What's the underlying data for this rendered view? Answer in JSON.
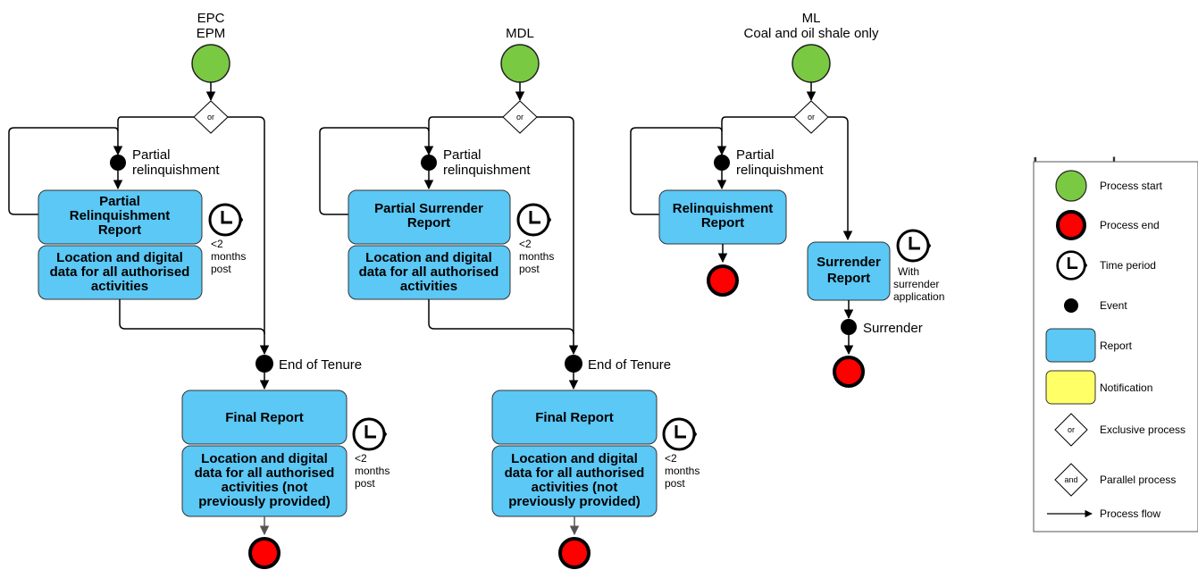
{
  "colors": {
    "start": "#7ac943",
    "end": "#ff0000",
    "report": "#5bc8f5",
    "notification": "#ffff66",
    "event": "#000000"
  },
  "lane1": {
    "title_line1": "EPC",
    "title_line2": "EPM",
    "gateway": "or",
    "event_partial_1": "Partial",
    "event_partial_2": "relinquishment",
    "report1_l1": "Partial",
    "report1_l2": "Relinquishment",
    "report1_l3": "Report",
    "report1b_l1": "Location and digital",
    "report1b_l2": "data for all authorised",
    "report1b_l3": "activities",
    "time1_l1": "<2",
    "time1_l2": "months",
    "time1_l3": "post",
    "event_end": "End of Tenure",
    "final": "Final Report",
    "final_b_l1": "Location and digital",
    "final_b_l2": "data for all authorised",
    "final_b_l3": "activities (not",
    "final_b_l4": "previously provided)",
    "time2_l1": "<2",
    "time2_l2": "months",
    "time2_l3": "post"
  },
  "lane2": {
    "title": "MDL",
    "gateway": "or",
    "event_partial_1": "Partial",
    "event_partial_2": "relinquishment",
    "report1_l1": "Partial Surrender",
    "report1_l2": "Report",
    "report1b_l1": "Location and digital",
    "report1b_l2": "data for all authorised",
    "report1b_l3": "activities",
    "time1_l1": "<2",
    "time1_l2": "months",
    "time1_l3": "post",
    "event_end": "End of Tenure",
    "final": "Final Report",
    "final_b_l1": "Location and digital",
    "final_b_l2": "data for all authorised",
    "final_b_l3": "activities (not",
    "final_b_l4": "previously provided)",
    "time2_l1": "<2",
    "time2_l2": "months",
    "time2_l3": "post"
  },
  "lane3": {
    "title_line1": "ML",
    "title_line2": "Coal and oil shale only",
    "gateway": "or",
    "event_partial_1": "Partial",
    "event_partial_2": "relinquishment",
    "report1_l1": "Relinquishment",
    "report1_l2": "Report",
    "surrender_l1": "Surrender",
    "surrender_l2": "Report",
    "time_l1": "With",
    "time_l2": "surrender",
    "time_l3": "application",
    "event_surrender": "Surrender"
  },
  "legend": {
    "title": "Legend",
    "items": {
      "start": "Process start",
      "end": "Process end",
      "time": "Time period",
      "event": "Event",
      "report": "Report",
      "notification": "Notification",
      "exclusive": "Exclusive process",
      "parallel": "Parallel process",
      "flow": "Process flow"
    },
    "or_glyph": "or",
    "and_glyph": "and"
  }
}
